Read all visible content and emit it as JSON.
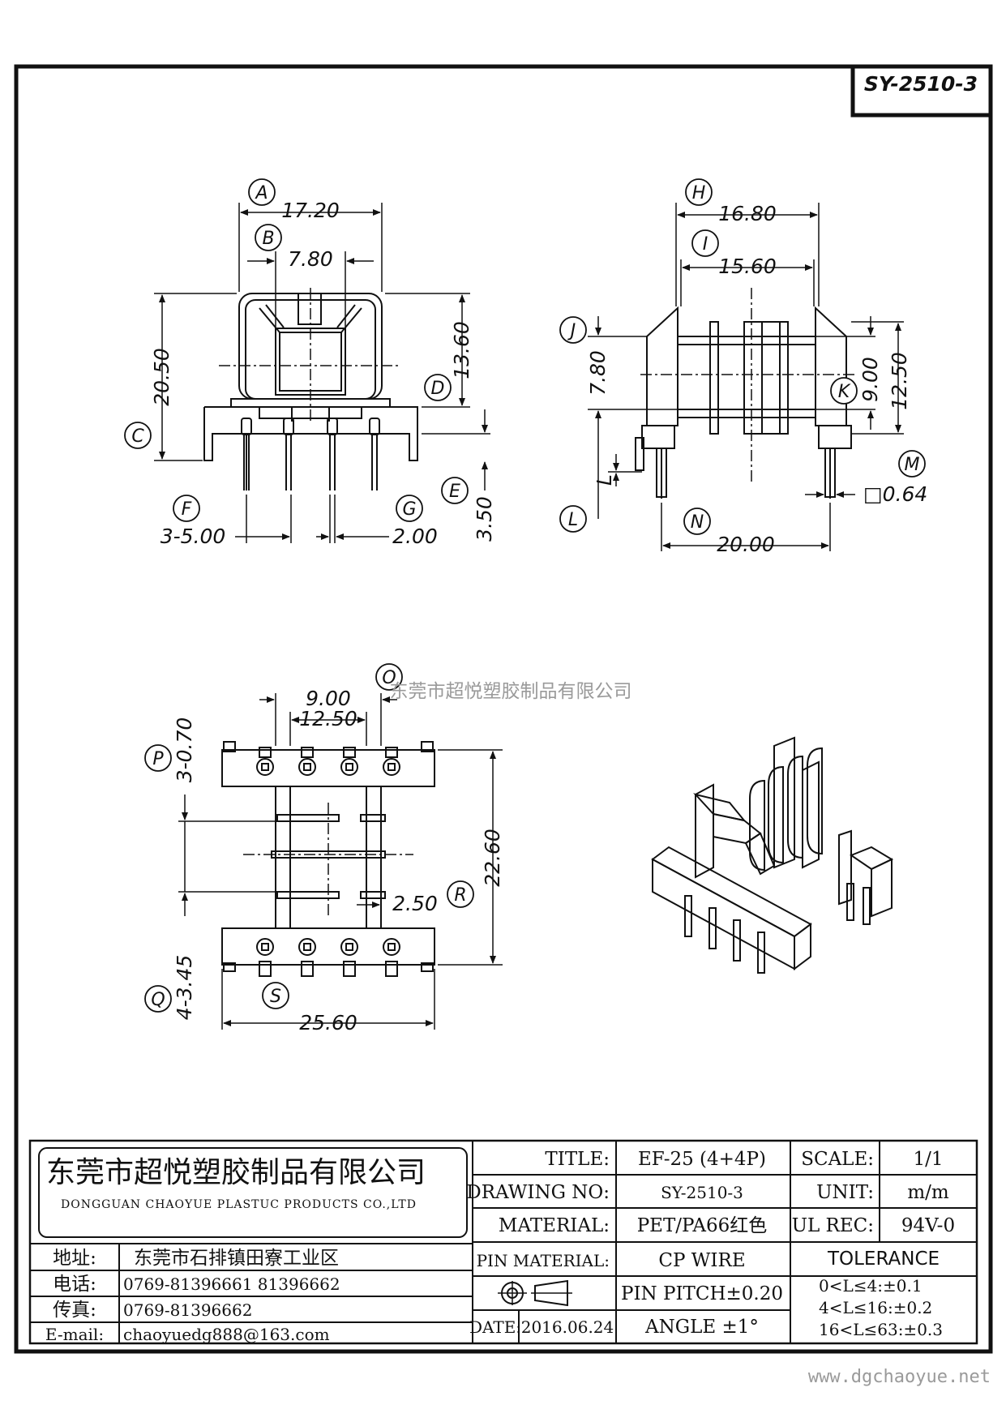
{
  "drawing_number_box": "SY-2510-3",
  "dimensions": {
    "front": {
      "A": "17.20",
      "B": "7.80",
      "C": "20.50",
      "D": "13.60",
      "E": "3.50",
      "F": "3-5.00",
      "G": "2.00"
    },
    "side": {
      "H": "16.80",
      "I": "15.60",
      "J": "7.80",
      "K": "9.00",
      "K2": "12.50",
      "L": "L",
      "M": "□0.64",
      "N": "20.00"
    },
    "top": {
      "O1": "9.00",
      "O2": "12.50",
      "P": "3-0.70",
      "R": "22.60",
      "R2": "2.50",
      "Q": "4-3.45",
      "S": "25.60"
    }
  },
  "callouts": [
    "A",
    "B",
    "C",
    "D",
    "E",
    "F",
    "G",
    "H",
    "I",
    "J",
    "K",
    "L",
    "M",
    "N",
    "O",
    "P",
    "Q",
    "R",
    "S"
  ],
  "watermark": "东莞市超悦塑胶制品有限公司",
  "website": "www.dgchaoyue.net",
  "company": {
    "name_cn": "东莞市超悦塑胶制品有限公司",
    "name_en": "DONGGUAN CHAOYUE PLASTUC PRODUCTS CO.,LTD",
    "address_label": "地址:",
    "address": "东莞市石排镇田寮工业区",
    "phone_label": "电话:",
    "phone": "0769-81396661   81396662",
    "fax_label": "传真:",
    "fax": "0769-81396662",
    "email_label": "E-mail:",
    "email": "chaoyuedg888@163.com"
  },
  "title_block": {
    "title_label": "TITLE:",
    "title": "EF-25 (4+4P)",
    "drawing_no_label": "DRAWING NO:",
    "drawing_no": "SY-2510-3",
    "material_label": "MATERIAL:",
    "material": "PET/PA66红色",
    "pin_material_label": "PIN MATERIAL:",
    "pin_material": "CP WIRE",
    "pin_pitch": "PIN PITCH±0.20",
    "date_label": "DATE:",
    "date": "2016.06.24",
    "angle": "ANGLE  ±1°",
    "scale_label": "SCALE:",
    "scale": "1/1",
    "unit_label": "UNIT:",
    "unit": "m/m",
    "ul_label": "UL REC:",
    "ul": "94V-0",
    "tolerance_label": "TOLERANCE",
    "tolerances": [
      "0<L≤4:±0.1",
      "4<L≤16:±0.2",
      "16<L≤63:±0.3"
    ]
  }
}
